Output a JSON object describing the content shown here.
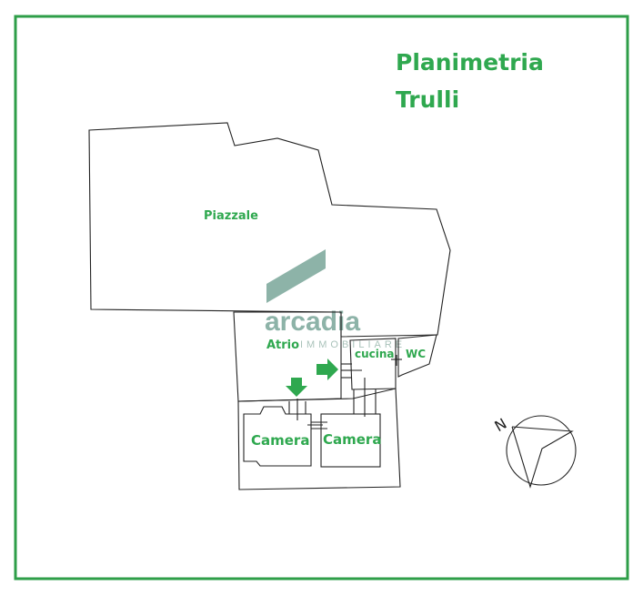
{
  "title": {
    "line1": "Planimetria",
    "line2": "Trulli"
  },
  "rooms": {
    "piazzale": "Piazzale",
    "atrio": "Atrio",
    "cucina": "cucina",
    "wc": "WC",
    "camera_left": "Camera",
    "camera_right": "Camera"
  },
  "compass": {
    "label": "N"
  },
  "watermark": {
    "brand": "arcadia",
    "subtitle": "IMMOBILIARE"
  },
  "colors": {
    "accent": "#2fa84f",
    "border": "#2e9e48",
    "watermark": "#7aa699"
  }
}
